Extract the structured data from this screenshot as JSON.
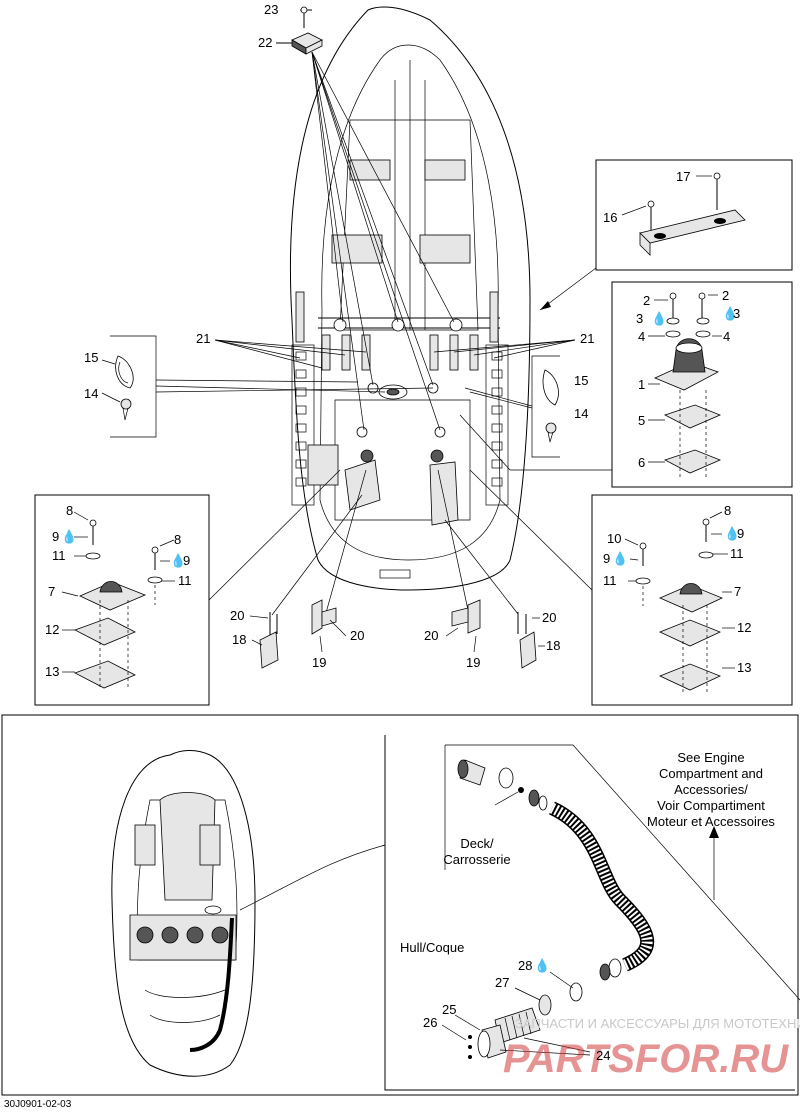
{
  "diagram_code": "30J0901-02-03",
  "callouts": {
    "c1": "1",
    "c2a": "2",
    "c2b": "2",
    "c3a": "3",
    "c3b": "3",
    "c4a": "4",
    "c4b": "4",
    "c5": "5",
    "c6": "6",
    "c7a": "7",
    "c7b": "7",
    "c8a": "8",
    "c8b": "8",
    "c8c": "8",
    "c9a": "9",
    "c9b": "9",
    "c9c": "9",
    "c9d": "9",
    "c10": "10",
    "c11a": "11",
    "c11b": "11",
    "c11c": "11",
    "c11d": "11",
    "c12a": "12",
    "c12b": "12",
    "c13a": "13",
    "c13b": "13",
    "c14a": "14",
    "c14b": "14",
    "c15a": "15",
    "c15b": "15",
    "c16": "16",
    "c17": "17",
    "c18a": "18",
    "c18b": "18",
    "c19a": "19",
    "c19b": "19",
    "c20a": "20",
    "c20b": "20",
    "c20c": "20",
    "c20d": "20",
    "c21a": "21",
    "c21b": "21",
    "c22": "22",
    "c23": "23",
    "c24": "24",
    "c25": "25",
    "c26": "26",
    "c27": "27",
    "c28": "28"
  },
  "notes": {
    "see_engine": [
      "See Engine",
      "Compartment and",
      "Accessories/",
      "Voir Compartiment",
      "Moteur et Accessoires"
    ],
    "deck": [
      "Deck/",
      "Carrosserie"
    ],
    "hull": "Hull/Coque"
  },
  "watermark": {
    "small": "ЗАПЧАСТИ И АКСЕССУАРЫ ДЛЯ МОТОТЕХНИКИ",
    "brand": "PARTSFOR.RU"
  }
}
